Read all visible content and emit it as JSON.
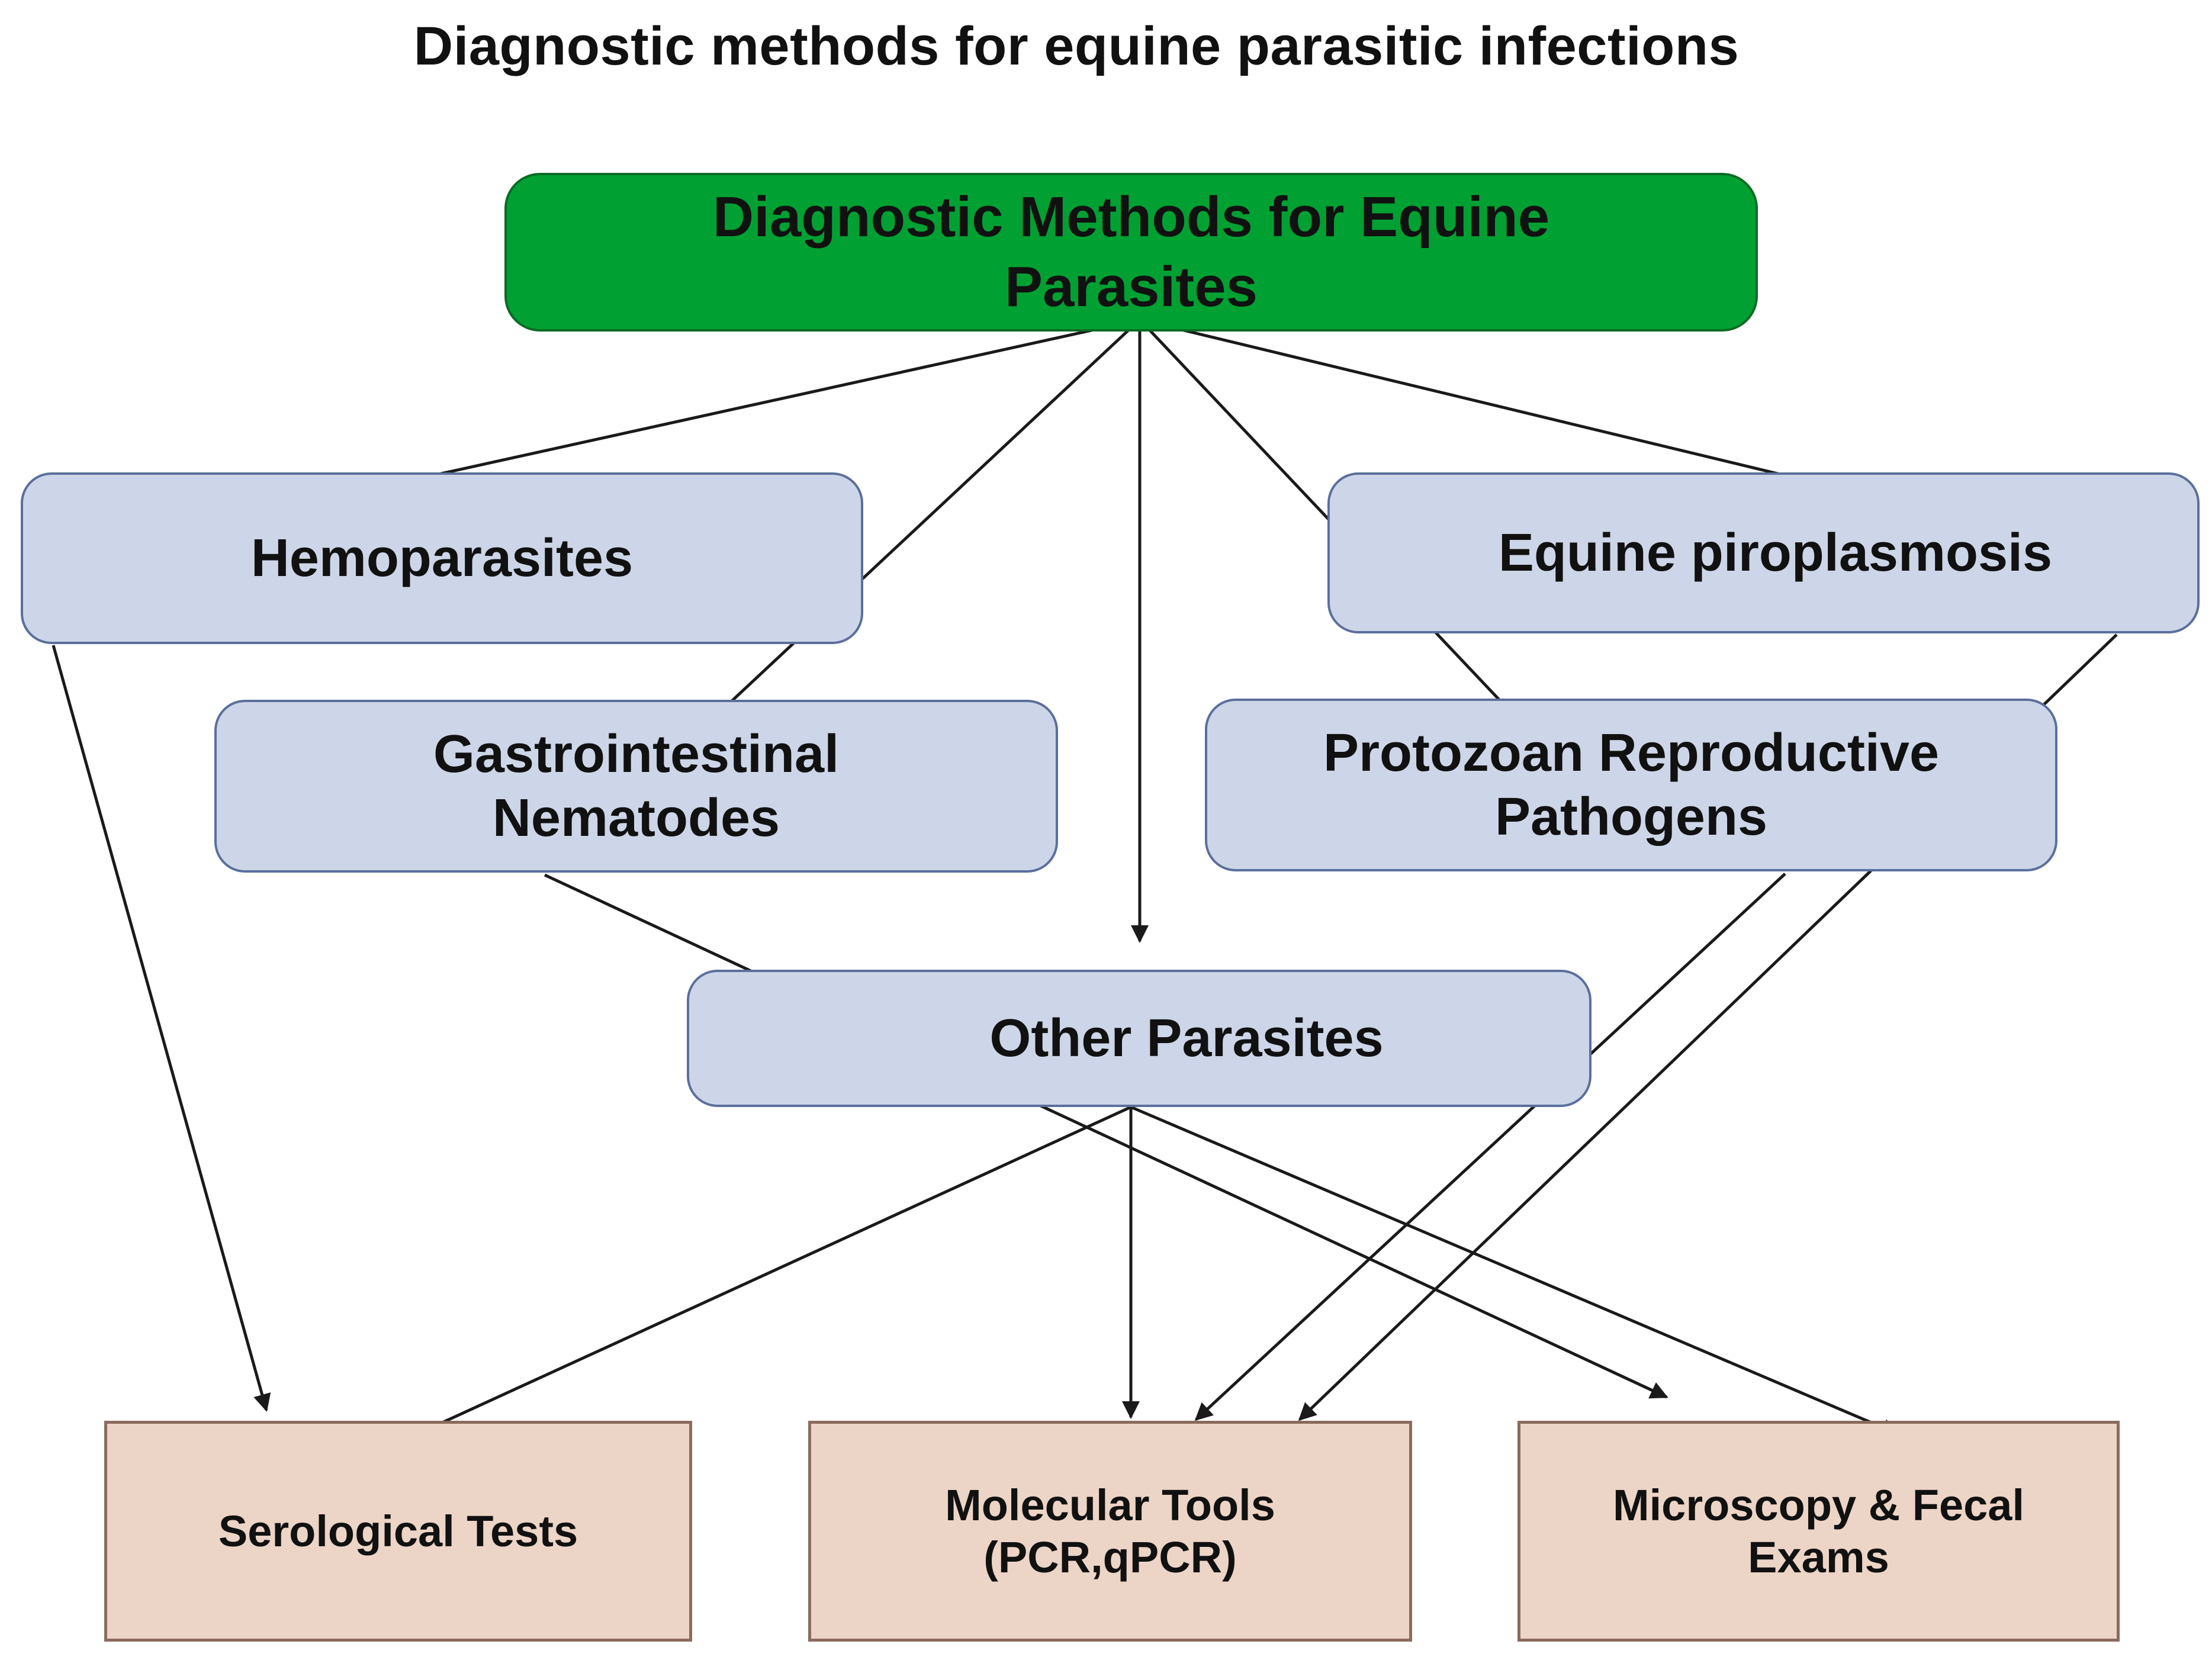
{
  "title": "Diagnostic methods for equine parasitic infections",
  "nodes": {
    "root": "Diagnostic Methods for Equine\nParasites",
    "hemoparasites": "Hemoparasites",
    "piroplasmosis": "Equine piroplasmosis",
    "gastrointestinal": "Gastrointestinal\nNematodes",
    "protozoan": "Protozoan Reproductive\nPathogens",
    "other": "Other Parasites",
    "serological": "Serological Tests",
    "molecular": "Molecular Tools\n(PCR,qPCR)",
    "microscopy": "Microscopy & Fecal\nExams"
  },
  "edges": [
    {
      "from": "root",
      "to": "hemoparasites"
    },
    {
      "from": "root",
      "to": "gastrointestinal"
    },
    {
      "from": "root",
      "to": "other"
    },
    {
      "from": "root",
      "to": "protozoan"
    },
    {
      "from": "root",
      "to": "piroplasmosis"
    },
    {
      "from": "hemoparasites",
      "to": "serological"
    },
    {
      "from": "gastrointestinal",
      "to": "microscopy"
    },
    {
      "from": "protozoan",
      "to": "molecular"
    },
    {
      "from": "piroplasmosis",
      "to": "molecular"
    },
    {
      "from": "other",
      "to": "serological"
    },
    {
      "from": "other",
      "to": "molecular"
    },
    {
      "from": "other",
      "to": "microscopy"
    }
  ],
  "colors": {
    "root_fill": "#00a033",
    "category_fill": "#cdd6e8",
    "method_fill": "#ecd4c6",
    "connector": "#1a1a1a"
  }
}
